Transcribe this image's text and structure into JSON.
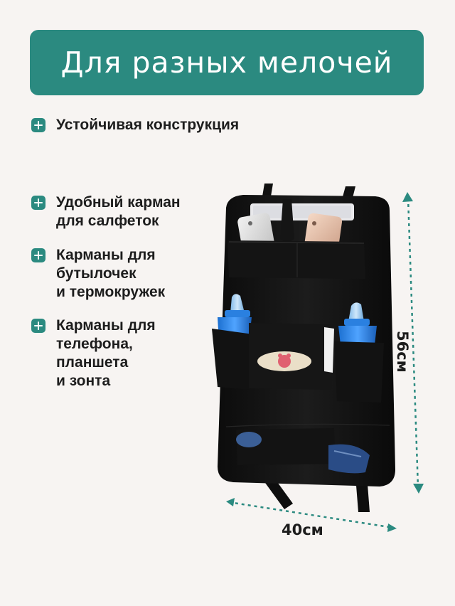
{
  "banner": {
    "title": "Для разных мелочей"
  },
  "features": [
    {
      "text": "Устойчивая конструкция"
    },
    {
      "text": "Удобный карман\nдля салфеток"
    },
    {
      "text": "Карманы для\nбутылочек\nи термокружек"
    },
    {
      "text": "Карманы для\nтелефона,\nпланшета\nи зонта"
    }
  ],
  "dimensions": {
    "height": "56см",
    "width": "40см"
  },
  "colors": {
    "accent": "#2b8a80",
    "organizer": "#111111",
    "background": "#f7f4f2"
  },
  "icons": {
    "feature_bullet": "plus-square-icon"
  }
}
